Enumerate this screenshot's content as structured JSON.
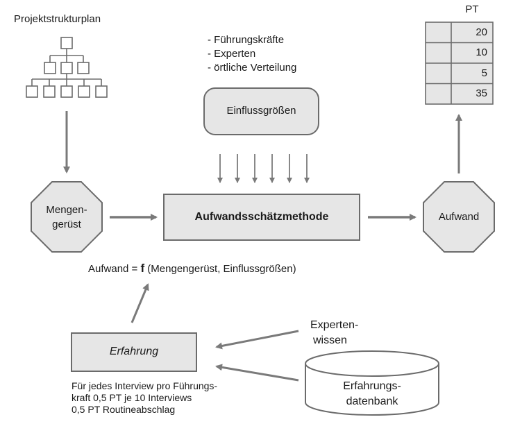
{
  "wbs": {
    "title": "Projektstrukturplan"
  },
  "factors": {
    "items": [
      "- Führungskräfte",
      "- Experten",
      "- örtliche Verteilung"
    ],
    "box_label": "Einflussgrößen"
  },
  "quantity": {
    "line1": "Mengen-",
    "line2": "gerüst"
  },
  "method": {
    "label": "Aufwandsschätzmethode"
  },
  "effort": {
    "label": "Aufwand"
  },
  "pt_table": {
    "header": "PT",
    "values": [
      "20",
      "10",
      "5",
      "35"
    ]
  },
  "formula": {
    "prefix": "Aufwand = ",
    "f": "f",
    "suffix": " (Mengengerüst, Einflussgrößen)"
  },
  "experience": {
    "label": "Erfahrung",
    "note": [
      "Für jedes Interview pro Führungs-",
      "kraft 0,5 PT je 10 Interviews",
      "0,5 PT Routineabschlag"
    ]
  },
  "expert_knowledge": {
    "line1": "Experten-",
    "line2": "wissen"
  },
  "database": {
    "line1": "Erfahrungs-",
    "line2": "datenbank"
  },
  "colors": {
    "fill": "#e6e6e6",
    "stroke": "#6b6b6b",
    "arrow": "#7a7a7a"
  }
}
